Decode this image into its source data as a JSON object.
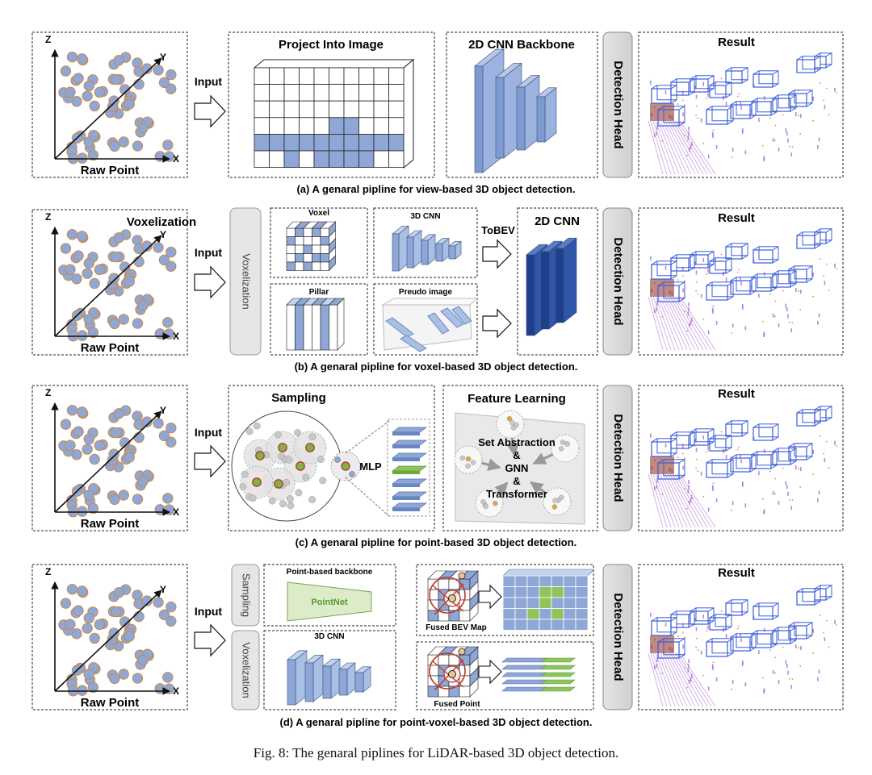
{
  "figure_caption": "Fig. 8: The genaral piplines for LiDAR-based 3D object detection.",
  "common": {
    "axis_z": "Z",
    "axis_y": "Y",
    "axis_x": "X",
    "raw_point": "Raw Point",
    "input": "Input",
    "detection_head": "Detection Head",
    "result": "Result"
  },
  "rows": [
    {
      "caption": "(a)  A genaral pipline for view-based 3D object detection.",
      "project_title": "Project Into Image",
      "backbone_title": "2D CNN Backbone"
    },
    {
      "caption": "(b)  A genaral pipline for voxel-based 3D object detection.",
      "overlay_title": "Voxelization",
      "side_label": "Voxelization",
      "voxel_label": "Voxel",
      "pillar_label": "Pillar",
      "cnn3d_label": "3D CNN",
      "pseudo_label": "Preudo image",
      "tobev_label": "ToBEV",
      "cnn2d_label": "2D CNN"
    },
    {
      "caption": "(c)  A genaral pipline for point-based 3D object detection.",
      "sampling_title": "Sampling",
      "mlp_label": "MLP",
      "feature_title": "Feature Learning",
      "feature_lines": [
        "Set Abstraction",
        "&",
        "GNN",
        "&",
        "Transformer"
      ]
    },
    {
      "caption": "(d)  A genaral pipline for point-voxel-based 3D object detection.",
      "sampling_side": "Sampling",
      "voxel_side": "Voxelization",
      "point_backbone": "Point-based backbone",
      "pointnet": "PointNet",
      "cnn3d_label": "3D CNN",
      "fused_bev": "Fused BEV Map",
      "fused_point": "Fused Point"
    }
  ]
}
